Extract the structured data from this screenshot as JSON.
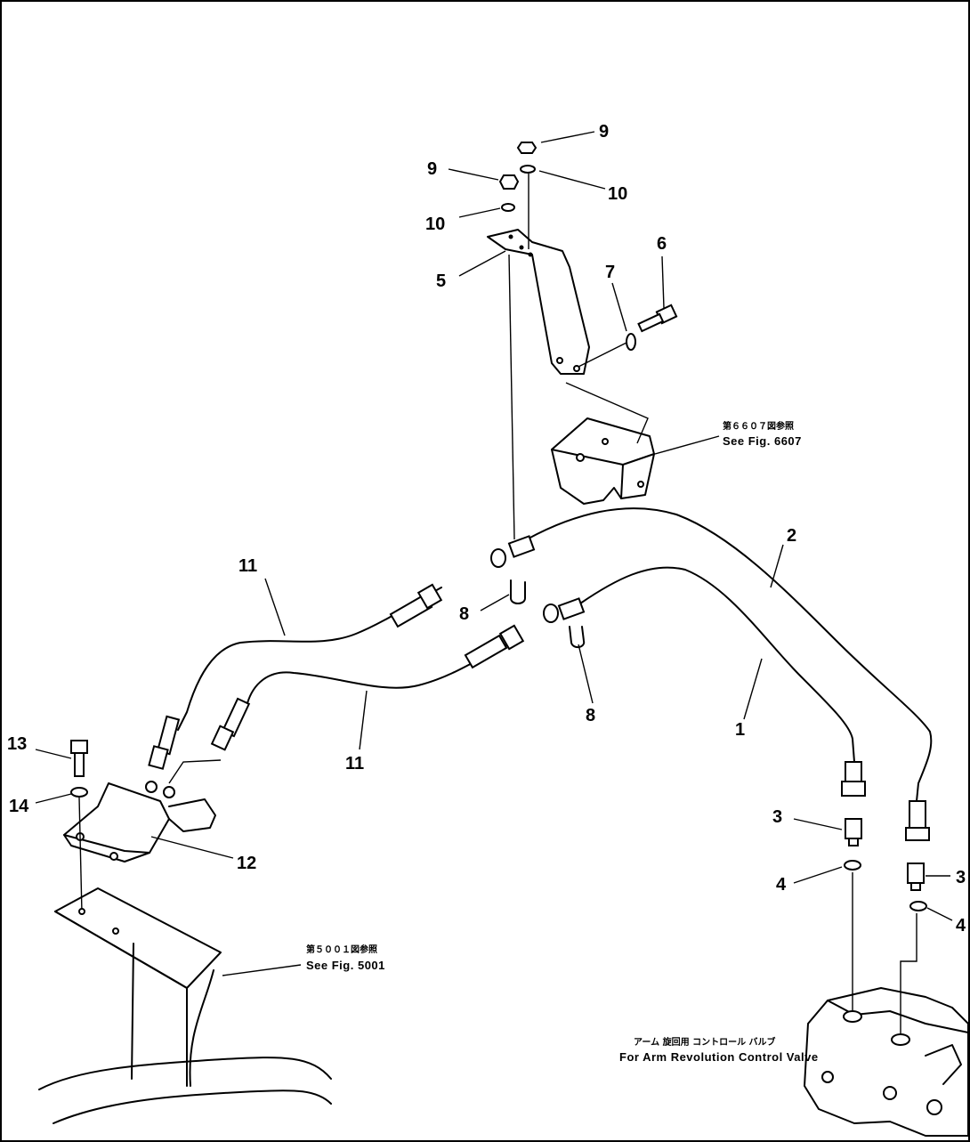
{
  "callouts": {
    "c1": "1",
    "c2": "2",
    "c3a": "3",
    "c3b": "3",
    "c4a": "4",
    "c4b": "4",
    "c5": "5",
    "c6": "6",
    "c7": "7",
    "c8a": "8",
    "c8b": "8",
    "c9a": "9",
    "c9b": "9",
    "c10a": "10",
    "c10b": "10",
    "c11a": "11",
    "c11b": "11",
    "c12": "12",
    "c13": "13",
    "c14": "14"
  },
  "references": {
    "fig6607_jp": "第６６０７図参照",
    "fig6607_en": "See Fig. 6607",
    "fig5001_jp": "第５００１図参照",
    "fig5001_en": "See Fig. 5001",
    "valve_jp": "アーム 旋回用 コントロール バルブ",
    "valve_en": "For Arm Revolution Control Valve"
  }
}
